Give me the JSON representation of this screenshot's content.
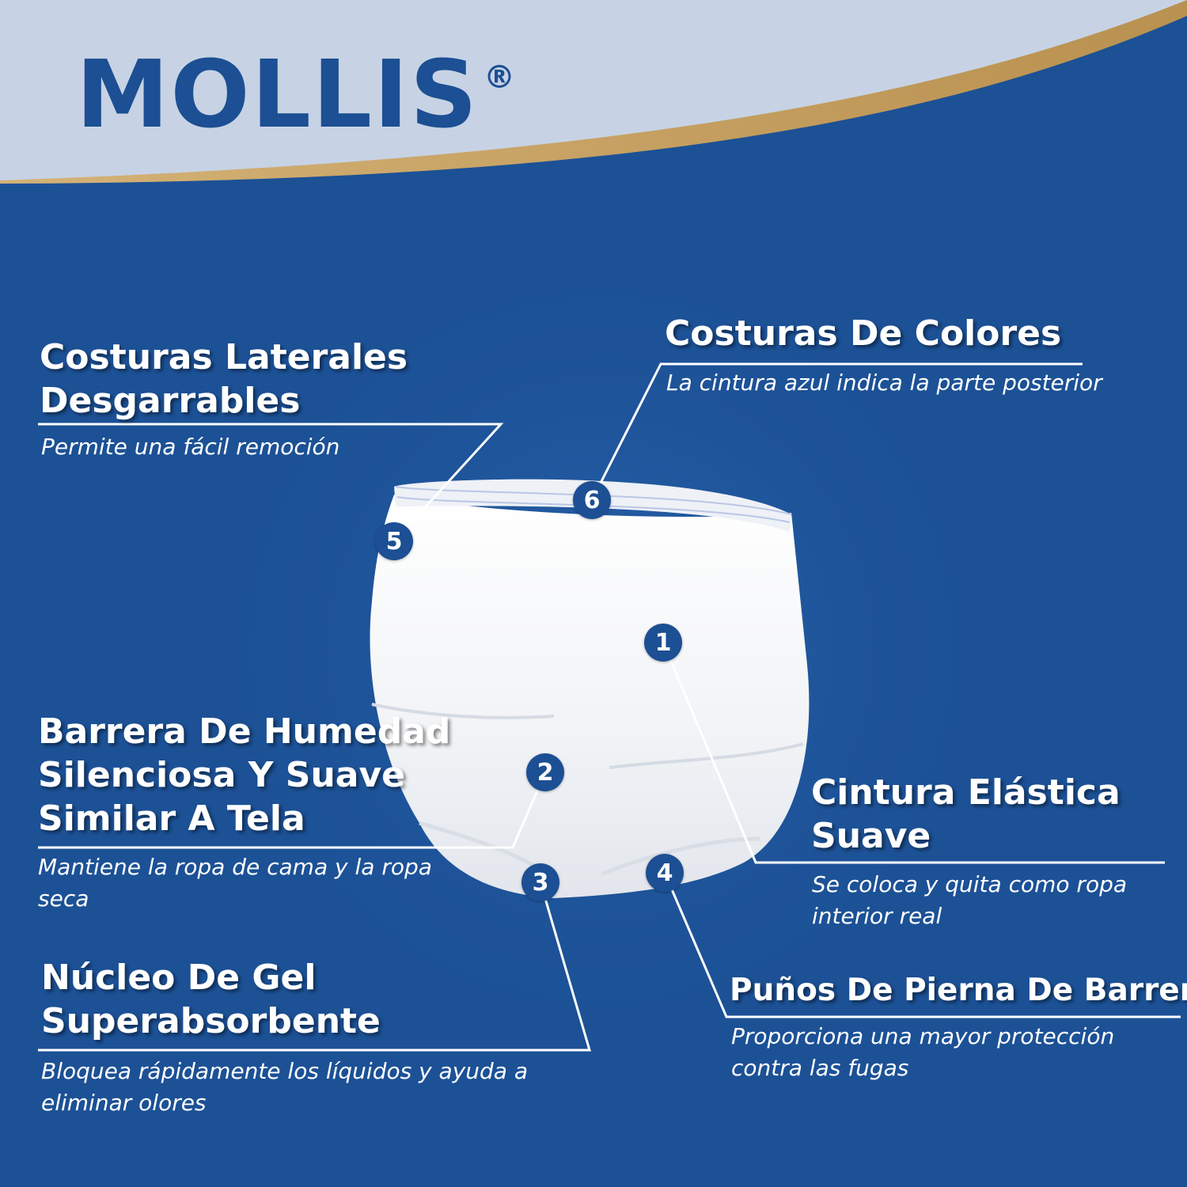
{
  "brand": {
    "name": "MOLLIS",
    "mark": "®"
  },
  "colors": {
    "navy": "#1c4f93",
    "background": "#1c5196",
    "band": "#c7d3e4",
    "gold": "#c6a25e"
  },
  "features": [
    {
      "number": "1",
      "title_lines": [
        "Cintura Elástica",
        "Suave"
      ],
      "description": "Se coloca y quita como ropa interior real"
    },
    {
      "number": "2",
      "title_lines": [
        "Barrera De Humedad",
        "Silenciosa Y Suave",
        "Similar A Tela"
      ],
      "description": "Mantiene la ropa de cama y la ropa seca"
    },
    {
      "number": "3",
      "title_lines": [
        "Núcleo De Gel",
        "Superabsorbente"
      ],
      "description": "Bloquea rápidamente los líquidos y ayuda a eliminar olores"
    },
    {
      "number": "4",
      "title_lines": [
        "Puños De Pierna De Barrera"
      ],
      "description": "Proporciona una mayor protección contra las fugas"
    },
    {
      "number": "5",
      "title_lines": [
        "Costuras Laterales",
        "Desgarrables"
      ],
      "description": "Permite una fácil remoción"
    },
    {
      "number": "6",
      "title_lines": [
        "Costuras De Colores"
      ],
      "description": "La cintura azul indica la parte posterior"
    }
  ]
}
